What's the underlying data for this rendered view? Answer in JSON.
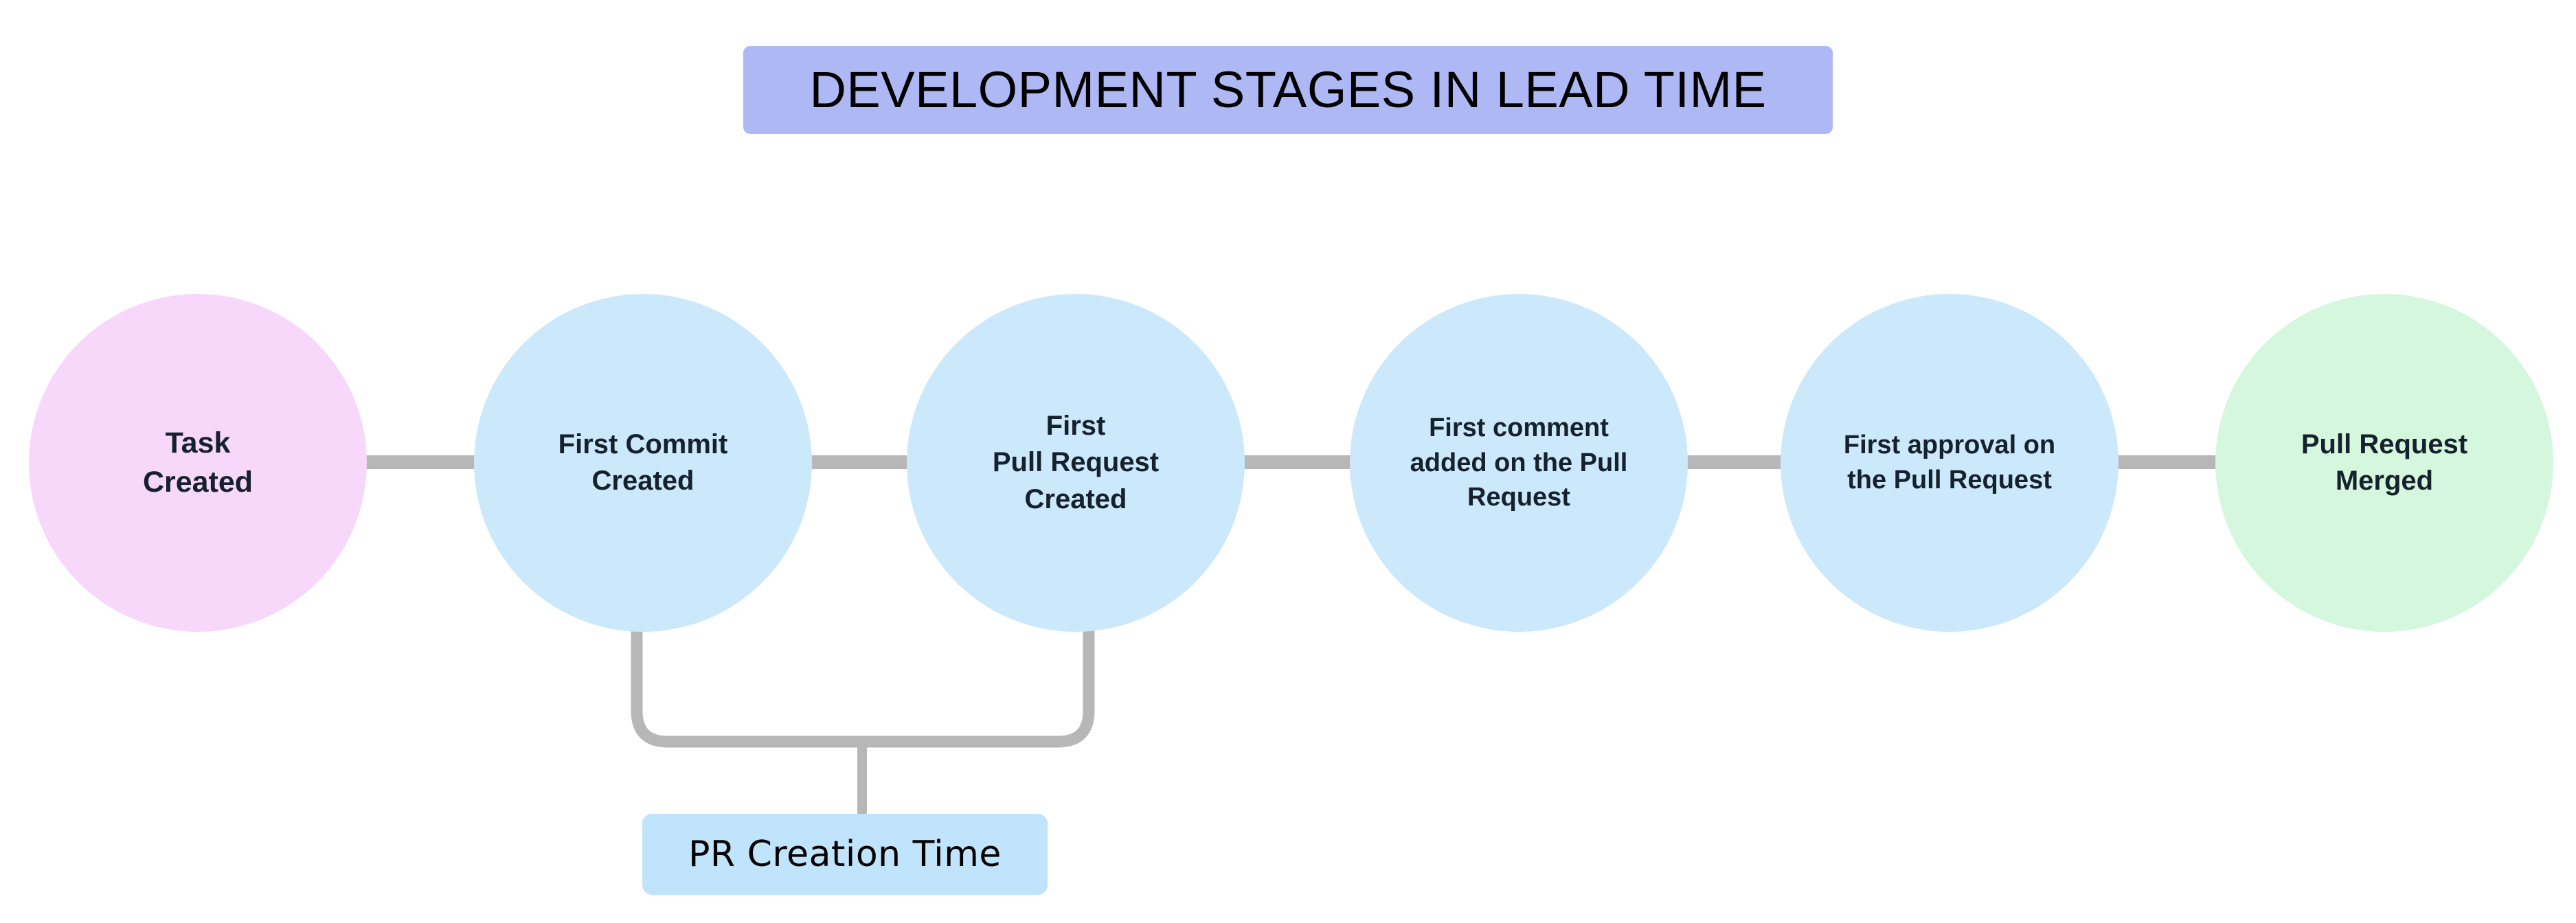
{
  "diagram": {
    "title": "DEVELOPMENT STAGES IN LEAD TIME",
    "title_background": "#aeb8f5",
    "canvas_background": "#ffffff",
    "connector_color": "#b7b7b7",
    "type": "flow-timeline",
    "stages": [
      {
        "id": "task-created",
        "label": "Task\nCreated",
        "fill": "#f7d8fb",
        "text_color": "#16212e",
        "order": 1
      },
      {
        "id": "first-commit-created",
        "label": "First Commit\nCreated",
        "fill": "#cce9fb",
        "text_color": "#16212e",
        "order": 2
      },
      {
        "id": "first-pull-request-created",
        "label": "First\nPull Request\nCreated",
        "fill": "#cce9fb",
        "text_color": "#16212e",
        "order": 3
      },
      {
        "id": "first-comment-on-pr",
        "label": "First comment\nadded on the Pull\nRequest",
        "fill": "#cce9fb",
        "text_color": "#16212e",
        "order": 4
      },
      {
        "id": "first-approval-on-pr",
        "label": "First approval on\nthe Pull Request",
        "fill": "#cce9fb",
        "text_color": "#16212e",
        "order": 5
      },
      {
        "id": "pull-request-merged",
        "label": "Pull Request\nMerged",
        "fill": "#d5f7dd",
        "text_color": "#16212e",
        "order": 6
      }
    ],
    "annotations": [
      {
        "id": "pr-creation-time",
        "label": "PR Creation Time",
        "fill": "#bfe4fb",
        "spans_from": "first-commit-created",
        "spans_to": "first-pull-request-created"
      }
    ]
  }
}
